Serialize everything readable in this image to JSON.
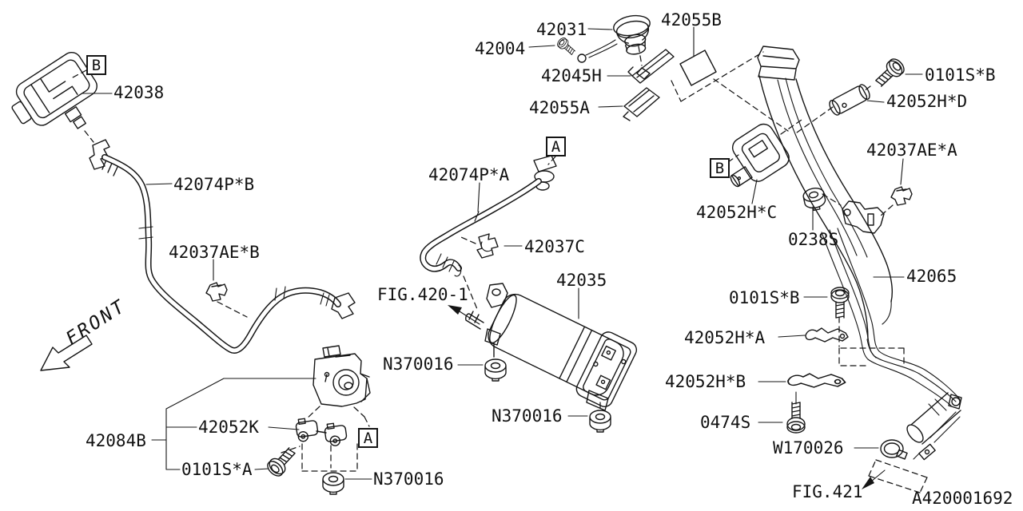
{
  "drawing": {
    "number": "A420001692",
    "front_arrow": "FRONT"
  },
  "view_markers": {
    "a": "A",
    "b": "B"
  },
  "figure_references": [
    {
      "name": "fig-420-1",
      "label": "FIG.420-1"
    },
    {
      "name": "fig-421",
      "label": "FIG.421"
    }
  ],
  "part_labels": [
    {
      "part": "purge-control-valve",
      "text": "42038"
    },
    {
      "part": "purge-hose-b",
      "text": "42074P*B"
    },
    {
      "part": "hose-clip-b",
      "text": "42037AE*B"
    },
    {
      "part": "pump-bracket",
      "text": "42084B"
    },
    {
      "part": "clamp-pair",
      "text": "42052K"
    },
    {
      "part": "flange-bolt-a",
      "text": "0101S*A"
    },
    {
      "part": "flange-nut-bottom-left",
      "text": "N370016"
    },
    {
      "part": "fuel-filler-cap",
      "text": "42031"
    },
    {
      "part": "cap-tether-screw",
      "text": "42004"
    },
    {
      "part": "cap-retainer-plate",
      "text": "42045H"
    },
    {
      "part": "cap-retainer",
      "text": "42055A"
    },
    {
      "part": "filler-pad",
      "text": "42055B"
    },
    {
      "part": "purge-hose-a",
      "text": "42074P*A"
    },
    {
      "part": "hose-clamp-c",
      "text": "42037C"
    },
    {
      "part": "canister",
      "text": "42035"
    },
    {
      "part": "flange-nut-mid",
      "text": "N370016"
    },
    {
      "part": "flange-nut-bottom-center",
      "text": "N370016"
    },
    {
      "part": "sensor-clamp-c",
      "text": "42052H*C"
    },
    {
      "part": "spring-nut",
      "text": "0238S"
    },
    {
      "part": "pipe-clip-a",
      "text": "42037AE*A"
    },
    {
      "part": "flange-bolt-b-top",
      "text": "0101S*B"
    },
    {
      "part": "cushion-clamp-d",
      "text": "42052H*D"
    },
    {
      "part": "filler-pipe-assembly",
      "text": "42065"
    },
    {
      "part": "flange-bolt-b-mid",
      "text": "0101S*B"
    },
    {
      "part": "pipe-bracket-a",
      "text": "42052H*A"
    },
    {
      "part": "pipe-bracket-b",
      "text": "42052H*B"
    },
    {
      "part": "tapping-bolt",
      "text": "0474S"
    },
    {
      "part": "hose-clamp-screw",
      "text": "W170026"
    }
  ]
}
